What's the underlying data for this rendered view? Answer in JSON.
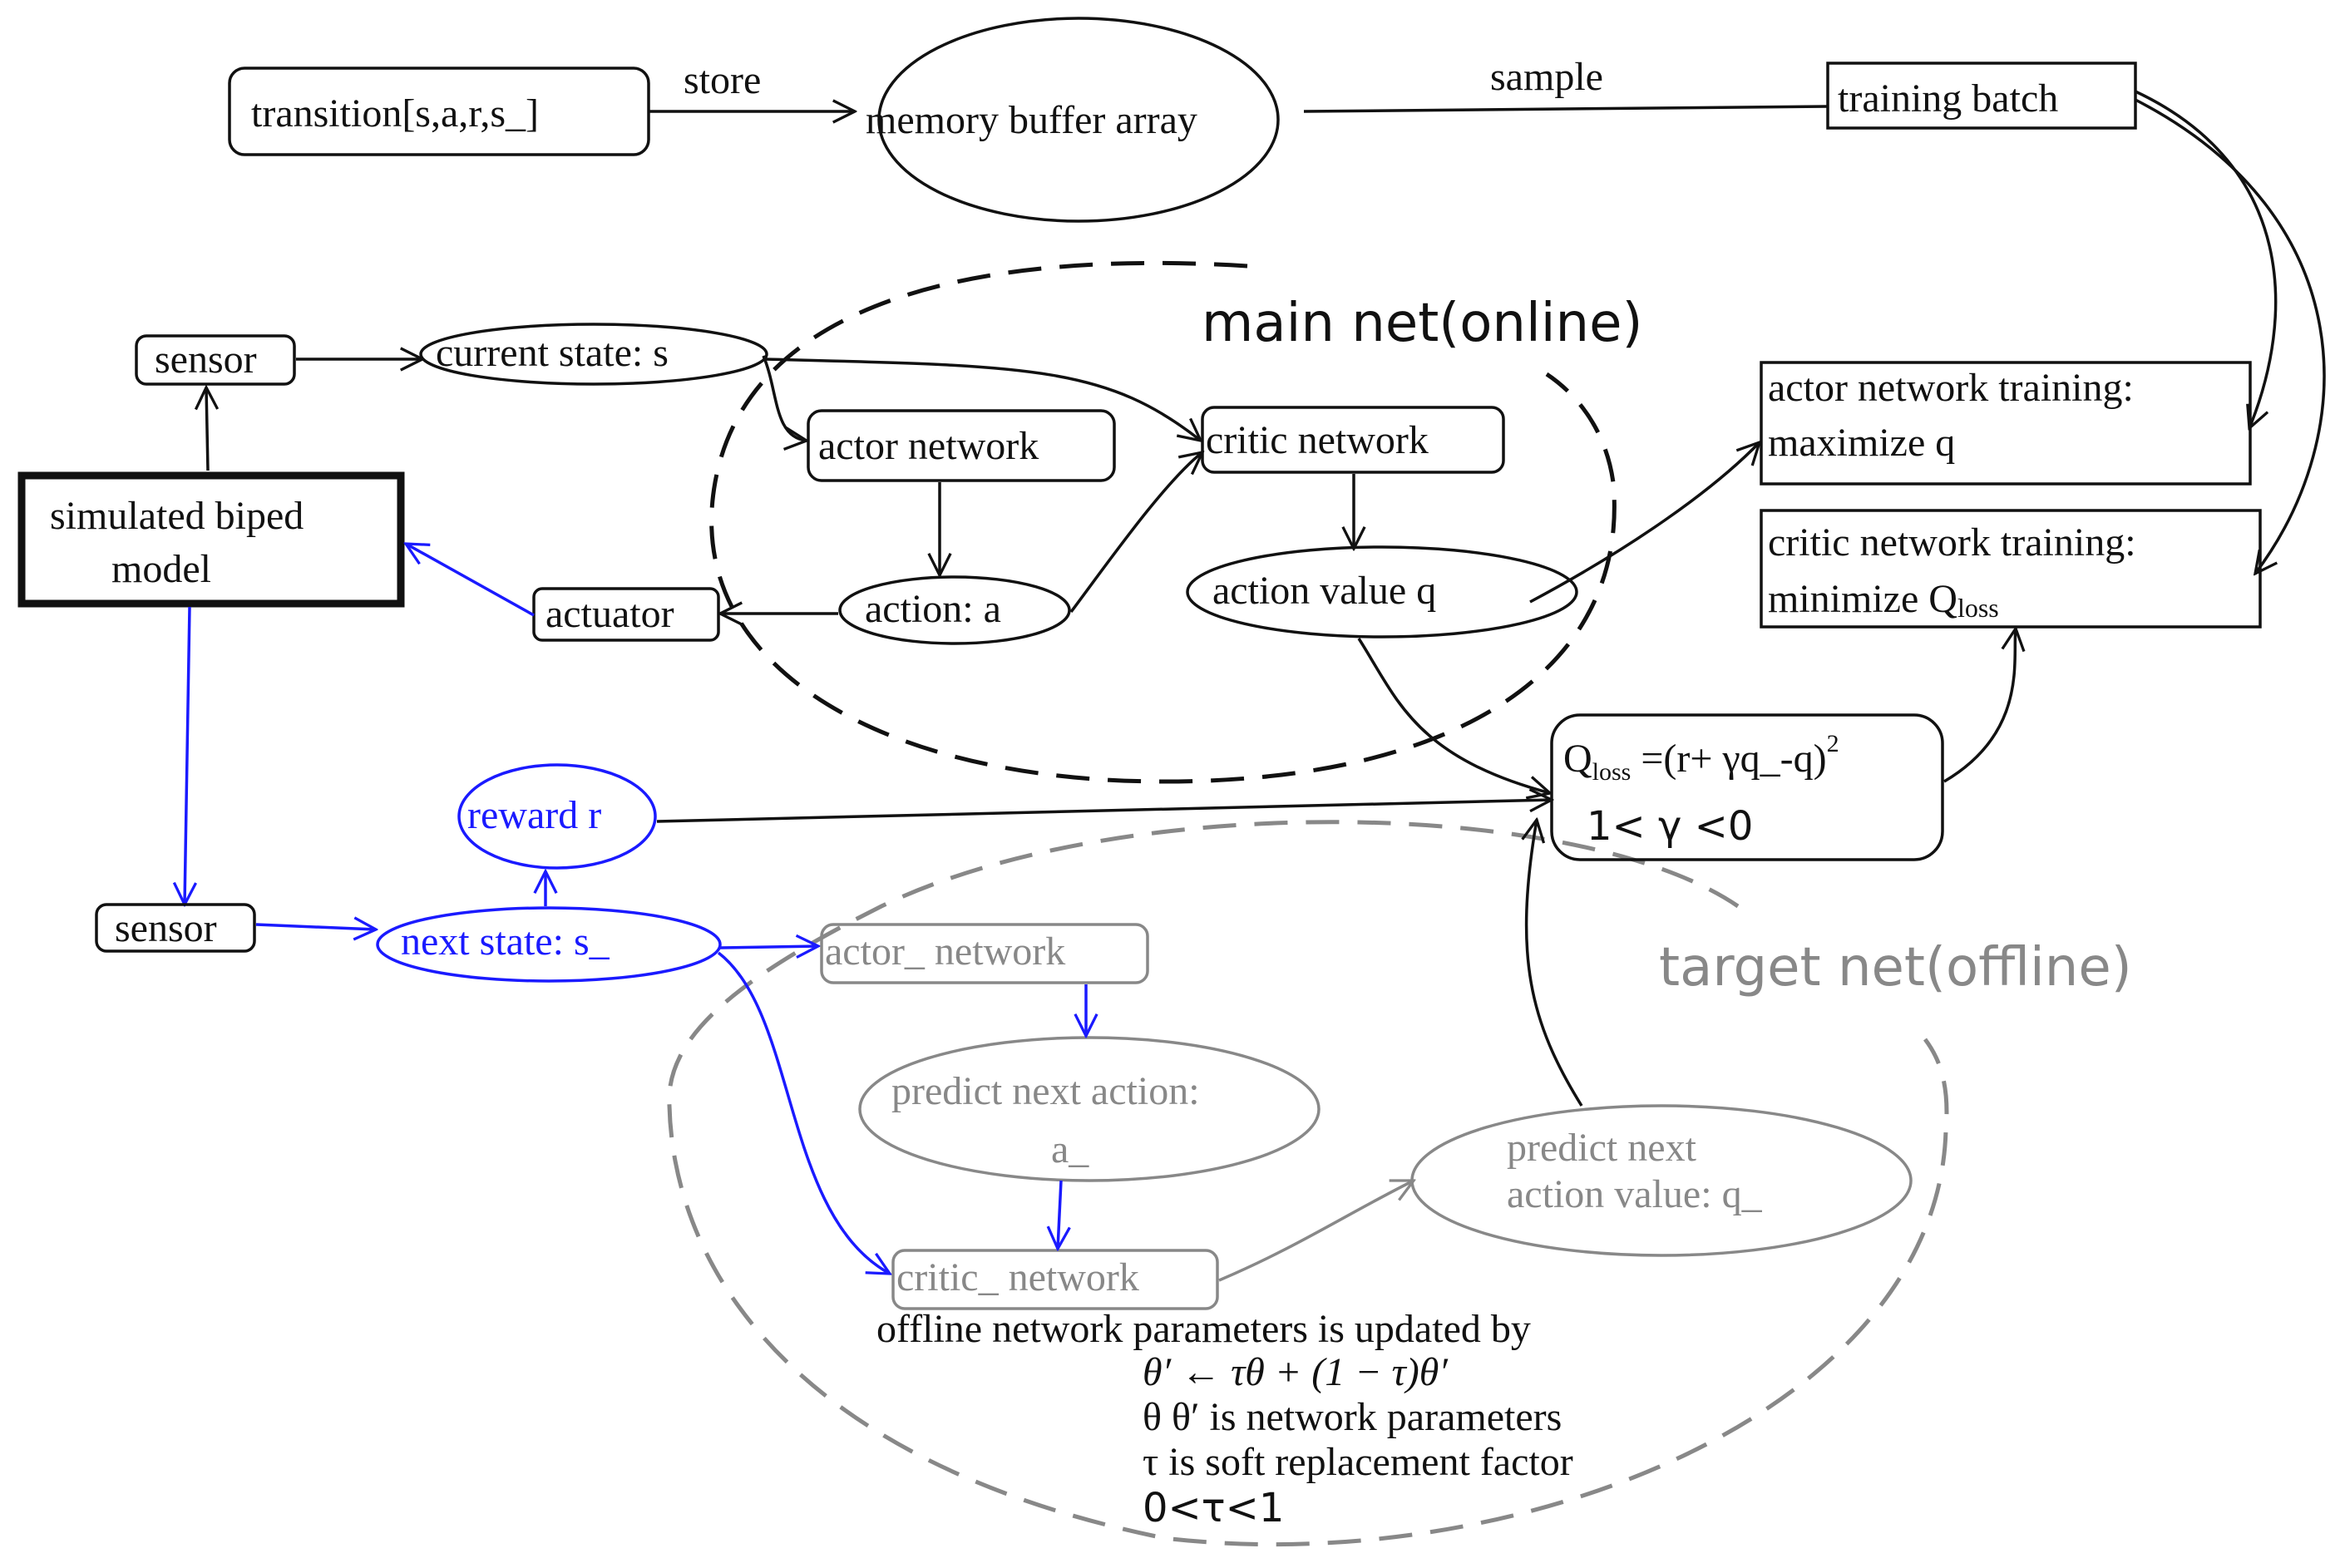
{
  "regions": {
    "main_net": "main net(online)",
    "target_net": "target net(offline)"
  },
  "nodes": {
    "transition": "transition[s,a,r,s_]",
    "memory_buffer": "memory  buffer  array",
    "training_batch": "training  batch",
    "sensor_top": "sensor",
    "current_state": "current  state:  s",
    "simulated_biped_line1": "simulated  biped",
    "simulated_biped_line2": "model",
    "actor_network": "actor  network",
    "critic_network": "critic  network",
    "action_a": "action:  a",
    "actuator": "actuator",
    "action_value_q": "action  value  q",
    "actor_training_line1": "actor  network  training:",
    "actor_training_line2": "maximize  q",
    "critic_training_line1": "critic  network  training:",
    "critic_training_line2": "minimize  Q",
    "critic_training_sub": "loss",
    "qloss_q": "Q",
    "qloss_sub": "loss",
    "qloss_formula": " =(r+ γq_-q)",
    "qloss_sup": "2",
    "qloss_gamma": "1< γ  <0",
    "reward": "reward  r",
    "sensor_bottom": "sensor",
    "next_state": "next  state:  s_",
    "actor_target": "actor_  network",
    "predict_next_action_line1": "predict  next  action:",
    "predict_next_action_line2": "a_",
    "predict_next_value_line1": "predict  next",
    "predict_next_value_line2": "action  value:  q_",
    "critic_target": "critic_  network"
  },
  "edge_labels": {
    "store": "store",
    "sample": "sample"
  },
  "notes": {
    "line1": "offline  network  parameters  is  updated  by",
    "line2": "θ′ ← τθ + (1 − τ)θ′",
    "line3": "θ  θ′ is  network  parameters",
    "line4": "τ is  soft  replacement  factor",
    "line5": "0<τ<1"
  },
  "colors": {
    "online_flow": "#111111",
    "environment_flow": "#1a1aff",
    "target_net": "#888888"
  }
}
